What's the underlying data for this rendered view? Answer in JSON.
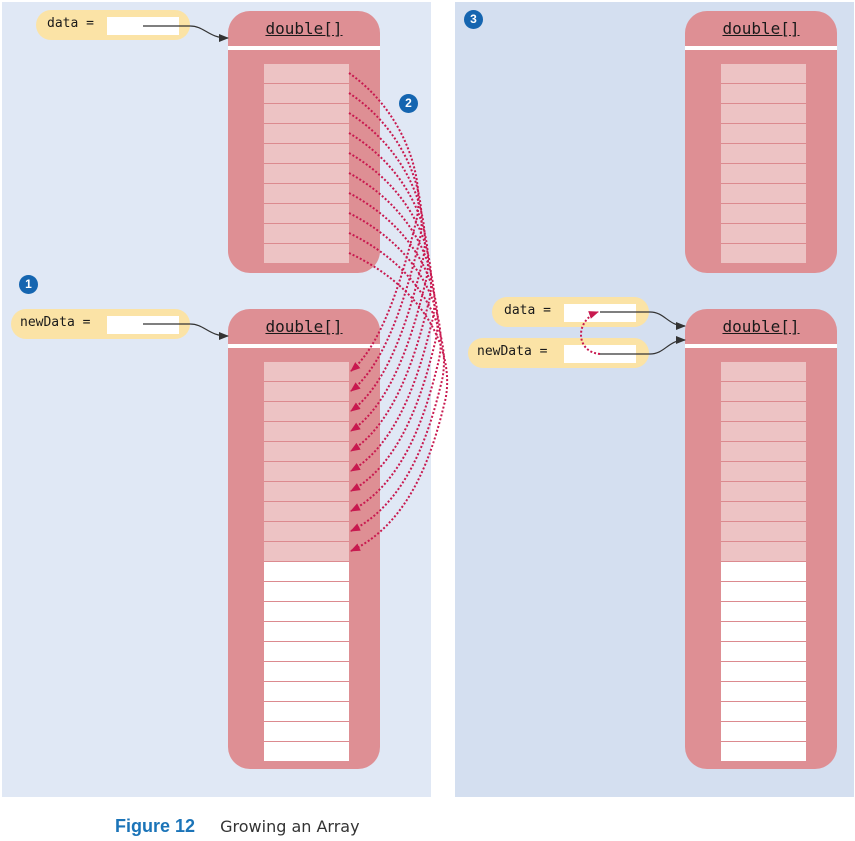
{
  "figure": {
    "number_label": "Figure 12",
    "title": "Growing an Array"
  },
  "steps": [
    "1",
    "2",
    "3"
  ],
  "arrays": {
    "type_label": "double[]",
    "old_array": {
      "filled_cells": 10,
      "empty_cells": 0
    },
    "new_array": {
      "filled_cells": 10,
      "empty_cells": 10
    }
  },
  "variables": {
    "data_label": "data =",
    "newData_label": "newData ="
  },
  "colors": {
    "panel_left": "#e0e8f5",
    "panel_right": "#d4dff0",
    "array_frame": "#de8f94",
    "filled_cell": "#edc3c4",
    "empty_cell": "#ffffff",
    "variable_bubble": "#fbe3a6",
    "copy_arrow": "#c8194f",
    "step_badge": "#1565b0",
    "caption_number": "#1b74b8"
  }
}
